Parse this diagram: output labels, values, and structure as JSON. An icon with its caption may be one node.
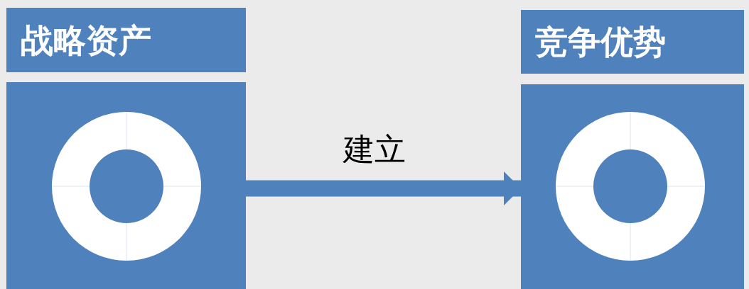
{
  "diagram": {
    "nodes": [
      {
        "text": [
          "战略资产"
        ]
      },
      {
        "text": [],
        "shape": "box"
      },
      {
        "text": [
          "竞争优势"
        ]
      },
      {
        "text": [],
        "shape": "box"
      }
    ],
    "edges": [
      {
        "from": 1,
        "to": 3,
        "arrow": "to",
        "label": "建立"
      }
    ]
  }
}
